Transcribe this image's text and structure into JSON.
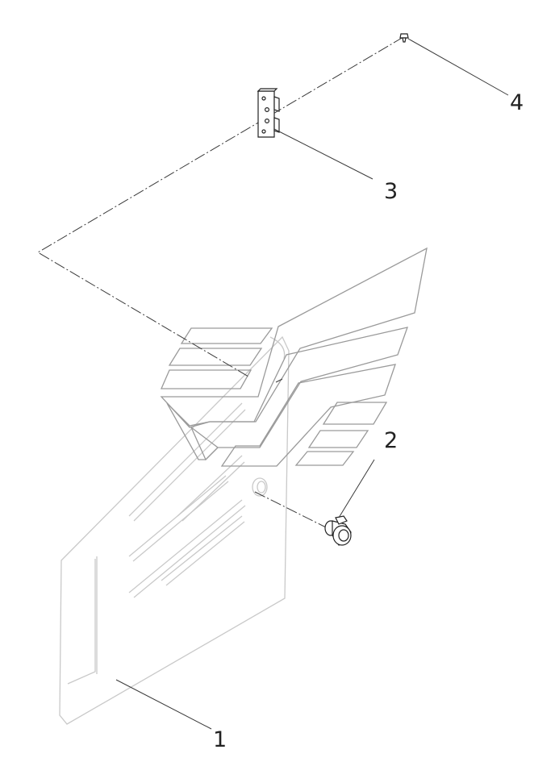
{
  "callouts": [
    {
      "id": "1",
      "label": "1"
    },
    {
      "id": "2",
      "label": "2"
    },
    {
      "id": "3",
      "label": "3"
    },
    {
      "id": "4",
      "label": "4"
    }
  ],
  "colors": {
    "panel_stroke": "#c9c9c9",
    "decal_stroke": "#9a9a9a",
    "line_stroke": "#3a3a3a",
    "part_stroke": "#222222",
    "background": "#ffffff"
  }
}
